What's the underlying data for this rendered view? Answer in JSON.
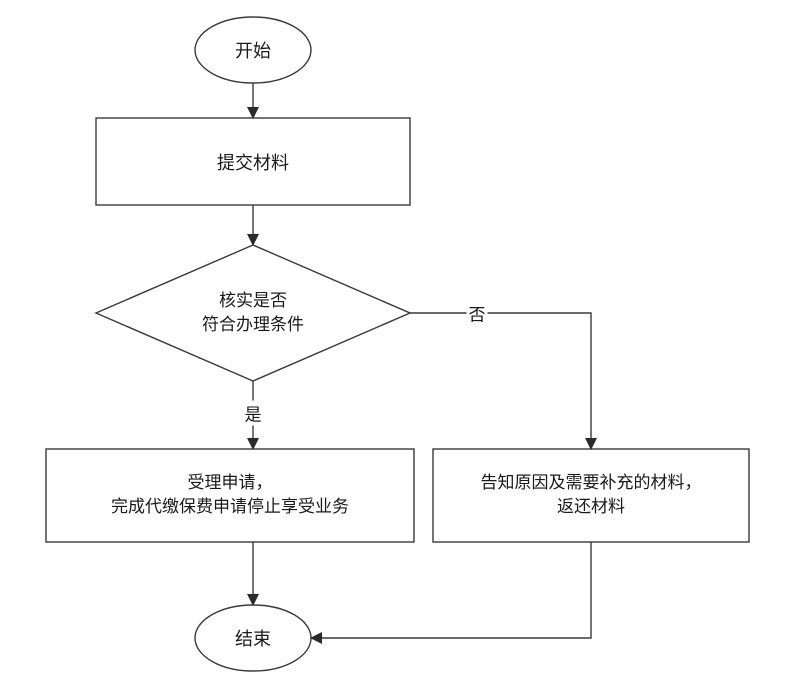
{
  "flowchart": {
    "start": {
      "label": "开始"
    },
    "submit": {
      "label": "提交材料"
    },
    "check": {
      "line1": "核实是否",
      "line2": "符合办理条件"
    },
    "accept": {
      "line1": "受理申请，",
      "line2": "完成代缴保费申请停止享受业务"
    },
    "reject": {
      "line1": "告知原因及需要补充的材料，",
      "line2": "返还材料"
    },
    "end": {
      "label": "结束"
    },
    "edges": {
      "yes": "是",
      "no": "否"
    }
  },
  "colors": {
    "stroke": "#3a3a3a",
    "text": "#1a1a1a",
    "background": "#ffffff"
  }
}
